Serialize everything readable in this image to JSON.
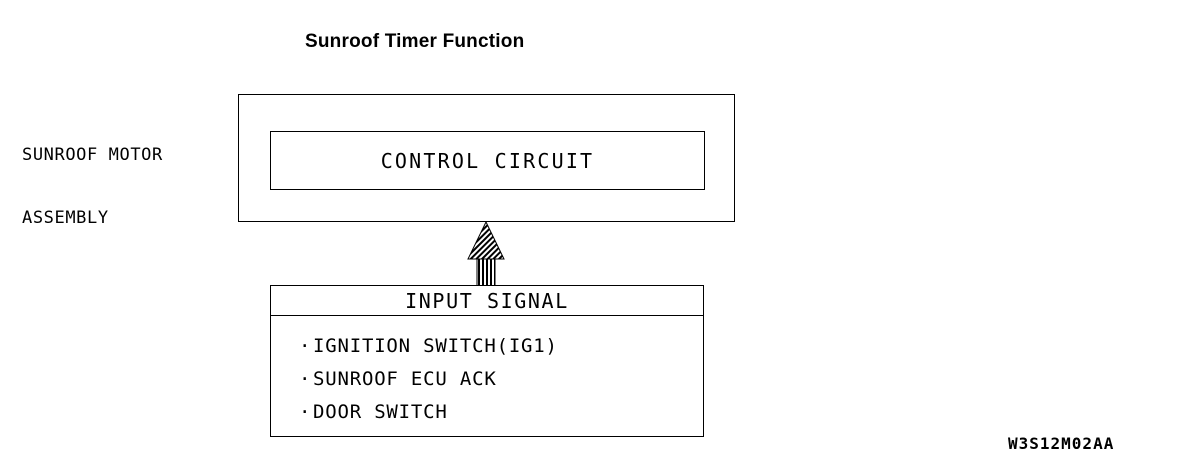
{
  "figure": {
    "title": "Sunroof Timer Function",
    "code": "W3S12M02AA"
  },
  "assembly": {
    "label_line1": "SUNROOF MOTOR",
    "label_line2": "ASSEMBLY",
    "inner_block_label": "CONTROL CIRCUIT"
  },
  "arrow": {
    "name": "input-signal-arrow",
    "direction": "up",
    "style": "hatched"
  },
  "input_signal": {
    "header": "INPUT SIGNAL",
    "bullet": "·",
    "items": [
      {
        "text": "IGNITION SWITCH(IG1)"
      },
      {
        "text": "SUNROOF ECU ACK"
      },
      {
        "text": "DOOR SWITCH"
      }
    ]
  },
  "colors": {
    "stroke": "#000000",
    "background": "#ffffff"
  }
}
